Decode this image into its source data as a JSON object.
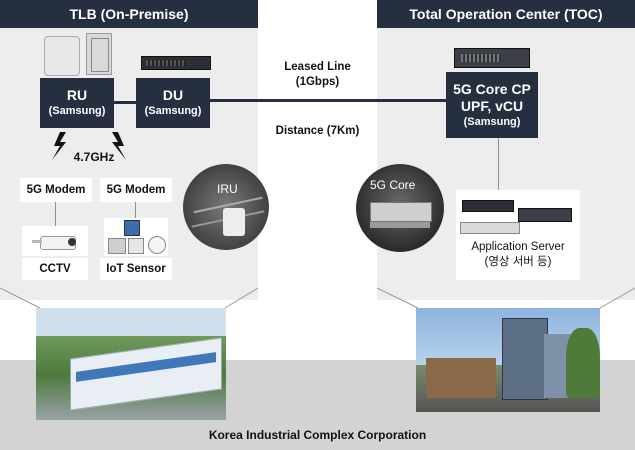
{
  "left_panel": {
    "title": "TLB (On-Premise)",
    "ru": {
      "name": "RU",
      "vendor": "(Samsung)"
    },
    "du": {
      "name": "DU",
      "vendor": "(Samsung)"
    },
    "frequency": "4.7GHz",
    "modem1": "5G Modem",
    "modem2": "5G Modem",
    "cctv": "CCTV",
    "iot": "IoT Sensor",
    "iru_label": "IRU"
  },
  "middle": {
    "leased_line": "Leased Line",
    "bandwidth": "(1Gbps)",
    "distance": "Distance (7Km)"
  },
  "right_panel": {
    "title": "Total Operation Center (TOC)",
    "core": {
      "line1": "5G Core CP",
      "line2": "UPF, vCU",
      "vendor": "(Samsung)"
    },
    "core_photo_label": "5G Core",
    "app_server": "Application Server",
    "app_server_sub": "(영상 서버 등)"
  },
  "footer": "Korea  Industrial Complex Corporation",
  "colors": {
    "navy": "#262f3f",
    "panel": "#ededed",
    "bottom": "#d3d3d3"
  }
}
